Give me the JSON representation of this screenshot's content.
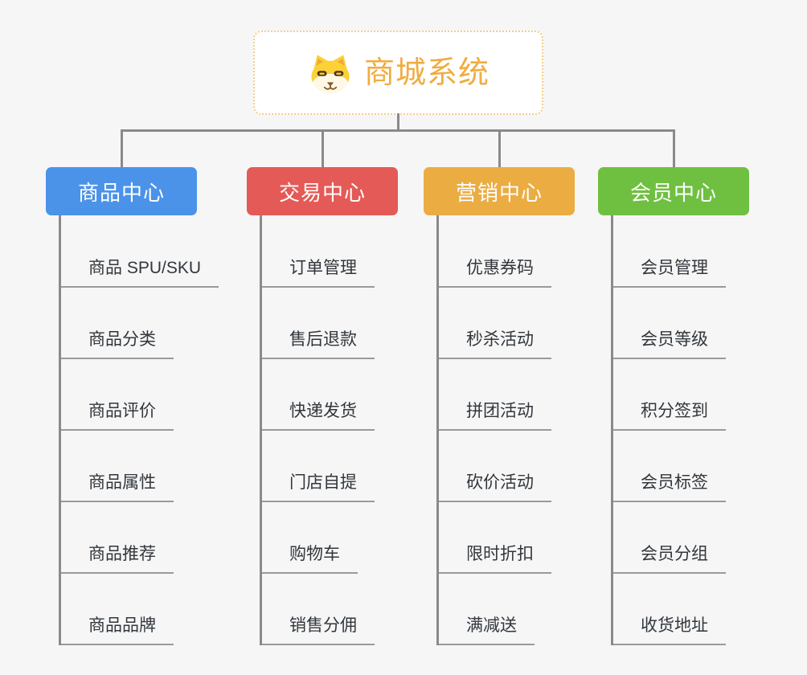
{
  "page": {
    "background": "#F6F6F6"
  },
  "root": {
    "title": "商城系统",
    "icon": "dog-face-icon",
    "text_color": "#F0AC3F",
    "border_color": "#F3CD8A"
  },
  "connectors": {
    "color": "#8A8A8A"
  },
  "branches": [
    {
      "label": "商品中心",
      "color": "#4B92E9",
      "children": [
        "商品 SPU/SKU",
        "商品分类",
        "商品评价",
        "商品属性",
        "商品推荐",
        "商品品牌"
      ]
    },
    {
      "label": "交易中心",
      "color": "#E45A56",
      "children": [
        "订单管理",
        "售后退款",
        "快递发货",
        "门店自提",
        "购物车",
        "销售分佣"
      ]
    },
    {
      "label": "营销中心",
      "color": "#EBAC41",
      "children": [
        "优惠券码",
        "秒杀活动",
        "拼团活动",
        "砍价活动",
        "限时折扣",
        "满减送"
      ]
    },
    {
      "label": "会员中心",
      "color": "#6FC040",
      "children": [
        "会员管理",
        "会员等级",
        "积分签到",
        "会员标签",
        "会员分组",
        "收货地址"
      ]
    }
  ]
}
